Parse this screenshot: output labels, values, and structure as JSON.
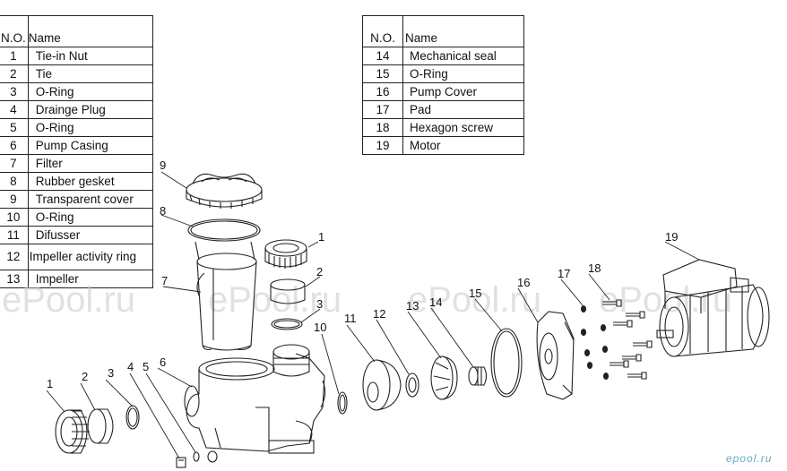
{
  "table_left": {
    "header": {
      "no": "N.O.",
      "name": "Name"
    },
    "rows": [
      {
        "no": "1",
        "name": "Tie-in Nut"
      },
      {
        "no": "2",
        "name": "Tie"
      },
      {
        "no": "3",
        "name": "O-Ring"
      },
      {
        "no": "4",
        "name": "Drainge Plug"
      },
      {
        "no": "5",
        "name": "O-Ring"
      },
      {
        "no": "6",
        "name": "Pump Casing"
      },
      {
        "no": "7",
        "name": "Filter"
      },
      {
        "no": "8",
        "name": "Rubber gesket"
      },
      {
        "no": "9",
        "name": "Transparent cover"
      },
      {
        "no": "10",
        "name": "O-Ring"
      },
      {
        "no": "11",
        "name": "Difusser"
      },
      {
        "no": "12",
        "name": "Impeller activity ring"
      },
      {
        "no": "13",
        "name": "Impeller"
      }
    ]
  },
  "table_right": {
    "header": {
      "no": "N.O.",
      "name": "Name"
    },
    "rows": [
      {
        "no": "14",
        "name": "Mechanical seal"
      },
      {
        "no": "15",
        "name": "O-Ring"
      },
      {
        "no": "16",
        "name": "Pump Cover"
      },
      {
        "no": "17",
        "name": "Pad"
      },
      {
        "no": "18",
        "name": "Hexagon screw"
      },
      {
        "no": "19",
        "name": "Motor"
      }
    ]
  },
  "callouts": [
    "1",
    "2",
    "3",
    "4",
    "5",
    "6",
    "7",
    "8",
    "9",
    "10",
    "11",
    "12",
    "13",
    "14",
    "15",
    "16",
    "17",
    "18",
    "19"
  ],
  "watermark": "ePool.ru",
  "brand_mark": "epool.ru"
}
